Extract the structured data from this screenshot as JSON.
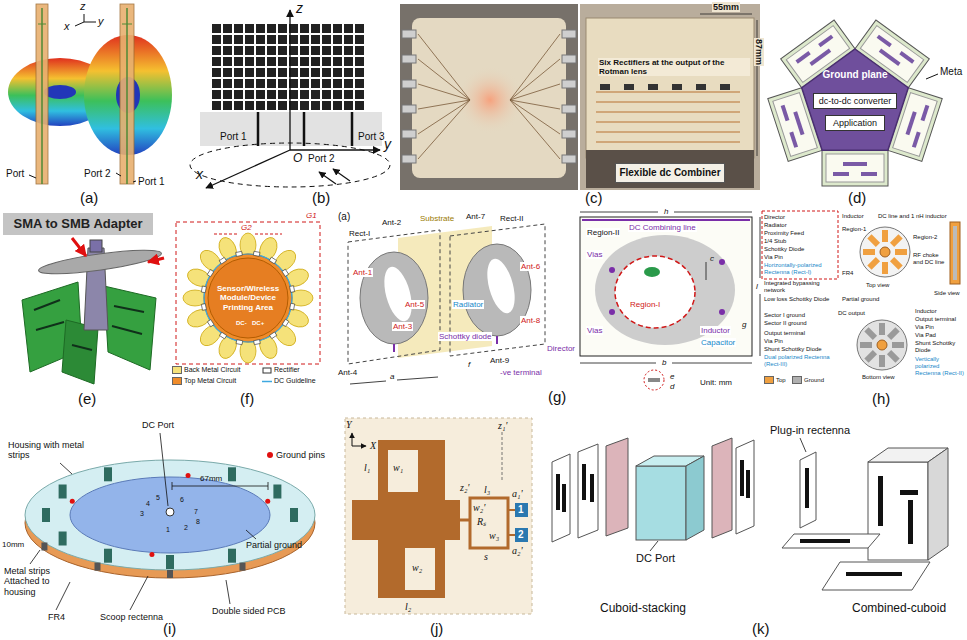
{
  "diagram": {
    "nodes": [
      {
        "text": [
          "Flexible dc Combiner"
        ]
      },
      {
        "text": [
          "Ground plane"
        ]
      },
      {
        "text": [
          "dc-to-dc converter"
        ],
        "in": 1
      },
      {
        "text": [
          "Application"
        ],
        "in": 1
      },
      {
        "text": [
          "SMA to SMB Adapter"
        ]
      },
      {
        "text": [
          "Sensor/Wireless Module/Device Printing Area"
        ]
      }
    ],
    "labels": [
      "x",
      "z",
      "y",
      "Port",
      "Port 2",
      "Port 1",
      "(a)",
      "z",
      "y",
      "x",
      "O",
      "Port 1",
      "Port 2",
      "Port 3",
      "(b)",
      "55mm",
      "87mm",
      "Six Rectifiers at the output of the Rotman lens",
      "(c)",
      "Meta",
      "(d)",
      "(e)",
      "G2",
      "G1",
      "DC-",
      "DC+",
      "(f)",
      "(a)",
      "Ant-2",
      "Rect-I",
      "Substrate",
      "Ant-7",
      "Rect-II",
      "Ant-1",
      "Ant-6",
      "Radiator",
      "Ant-5",
      "Ant-3",
      "Schottky diode",
      "Ant-8",
      "Ant-4",
      "Ant-9",
      "-ve terminal",
      "Director",
      "a",
      "f",
      "h",
      "DC Combining line",
      "Region-II",
      "Vias",
      "c",
      "Region-I",
      "Vias",
      "Inductor",
      "b",
      "g",
      "l",
      "Capacitor",
      "e",
      "d",
      "Unit: mm",
      "(g)",
      "Director",
      "Radiator",
      "Proximity Feed",
      "1/4 Stub",
      "Schottky Diode",
      "Via Pin",
      "Horizontally-polarized Rectenna (Rect-I)",
      "Inductor",
      "DC line and 1 nH inductor",
      "Region-1",
      "Region-2",
      "RF choke and DC line",
      "Top view",
      "Side view",
      "FR4",
      "Integrated bypassing network",
      "Low loss Schottky Diode",
      "Sector I ground",
      "Sector II ground",
      "Partial ground",
      "Output terminal",
      "Via Pin",
      "DC output",
      "Shunt Schottky Diode",
      "Dual polarized Rectenna (Rect-III)",
      "Bottom view",
      "Inductor",
      "Output terminal",
      "Via Pin",
      "Via Pad",
      "Shunt Schottky Diode",
      "Vertically polarized Rectenna (Rect-II)",
      "(h)",
      "Housing with metal strips",
      "DC Port",
      "Ground pins",
      "67mm",
      "1",
      "2",
      "3",
      "4",
      "5",
      "6",
      "7",
      "8",
      "10mm",
      "Partial ground",
      "Metal strips Attached to housing",
      "FR4",
      "Scoop rectenna",
      "Double sided PCB",
      "(i)",
      "Y",
      "X",
      "z₁'",
      "w₁",
      "l₁",
      "w₂",
      "l₂",
      "a₁'",
      "z₂'",
      "l₃",
      "w₂'",
      "Rₛ",
      "w₃",
      "s",
      "1",
      "2",
      "a₂'",
      "(j)",
      "Plug-in rectenna",
      "DC Port",
      "Cuboid-stacking",
      "Combined-cuboid",
      "(k)"
    ],
    "legend": [
      {
        "text": "Back Metal Circuit",
        "color": "#f5e27a"
      },
      {
        "text": "Rectifier"
      },
      {
        "text": "Top Metal Circuit",
        "color": "#f08c2a"
      },
      {
        "text": "DC Guideline"
      },
      {
        "text": "Top",
        "color": "#f0a040"
      },
      {
        "text": "Ground",
        "color": "#b0b0b0"
      }
    ]
  }
}
